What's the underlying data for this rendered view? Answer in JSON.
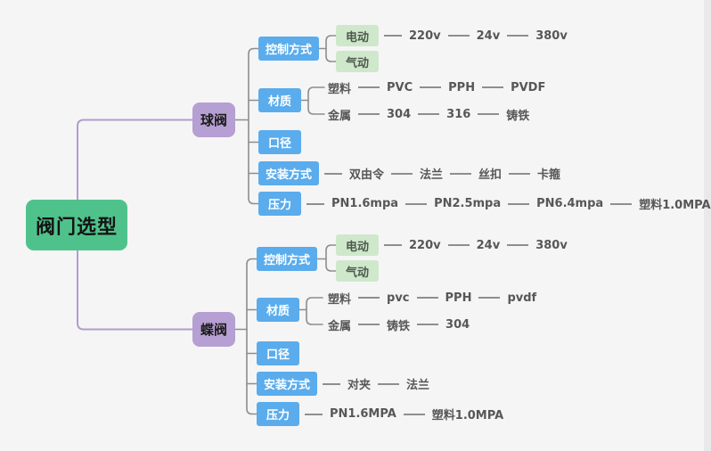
{
  "diagram": {
    "type": "mindmap",
    "colors": {
      "background": "#f5f5f6",
      "root_fill": "#4fc28c",
      "branch_fill": "#b69fd3",
      "category_fill": "#5aacec",
      "leaf_box_fill": "#cfe8cb",
      "connector_gray": "#8e8e8e",
      "connector_purple": "#b49ccc",
      "leaf_text": "#575757"
    }
  },
  "root": {
    "label": "阀门选型"
  },
  "branches": [
    {
      "label": "球阀",
      "children": [
        {
          "label": "控制方式",
          "children": [
            {
              "label": "电动",
              "children": [
                {
                  "label": "220v"
                },
                {
                  "label": "24v"
                },
                {
                  "label": "380v"
                }
              ]
            },
            {
              "label": "气动"
            }
          ]
        },
        {
          "label": "材质",
          "children": [
            {
              "label": "塑料",
              "children": [
                {
                  "label": "PVC"
                },
                {
                  "label": "PPH"
                },
                {
                  "label": "PVDF"
                }
              ]
            },
            {
              "label": "金属",
              "children": [
                {
                  "label": "304"
                },
                {
                  "label": "316"
                },
                {
                  "label": "铸铁"
                }
              ]
            }
          ]
        },
        {
          "label": "口径"
        },
        {
          "label": "安装方式",
          "children": [
            {
              "label": "双由令"
            },
            {
              "label": "法兰"
            },
            {
              "label": "丝扣"
            },
            {
              "label": "卡箍"
            }
          ]
        },
        {
          "label": "压力",
          "children": [
            {
              "label": "PN1.6mpa"
            },
            {
              "label": "PN2.5mpa"
            },
            {
              "label": "PN6.4mpa"
            },
            {
              "label": "塑料1.0MPA"
            }
          ]
        }
      ]
    },
    {
      "label": "蝶阀",
      "children": [
        {
          "label": "控制方式",
          "children": [
            {
              "label": "电动",
              "children": [
                {
                  "label": "220v"
                },
                {
                  "label": "24v"
                },
                {
                  "label": "380v"
                }
              ]
            },
            {
              "label": "气动"
            }
          ]
        },
        {
          "label": "材质",
          "children": [
            {
              "label": "塑料",
              "children": [
                {
                  "label": "pvc"
                },
                {
                  "label": "PPH"
                },
                {
                  "label": "pvdf"
                }
              ]
            },
            {
              "label": "金属",
              "children": [
                {
                  "label": "铸铁"
                },
                {
                  "label": "304"
                }
              ]
            }
          ]
        },
        {
          "label": "口径"
        },
        {
          "label": "安装方式",
          "children": [
            {
              "label": "对夹"
            },
            {
              "label": "法兰"
            }
          ]
        },
        {
          "label": "压力",
          "children": [
            {
              "label": "PN1.6MPA"
            },
            {
              "label": "塑料1.0MPA"
            }
          ]
        }
      ]
    }
  ]
}
